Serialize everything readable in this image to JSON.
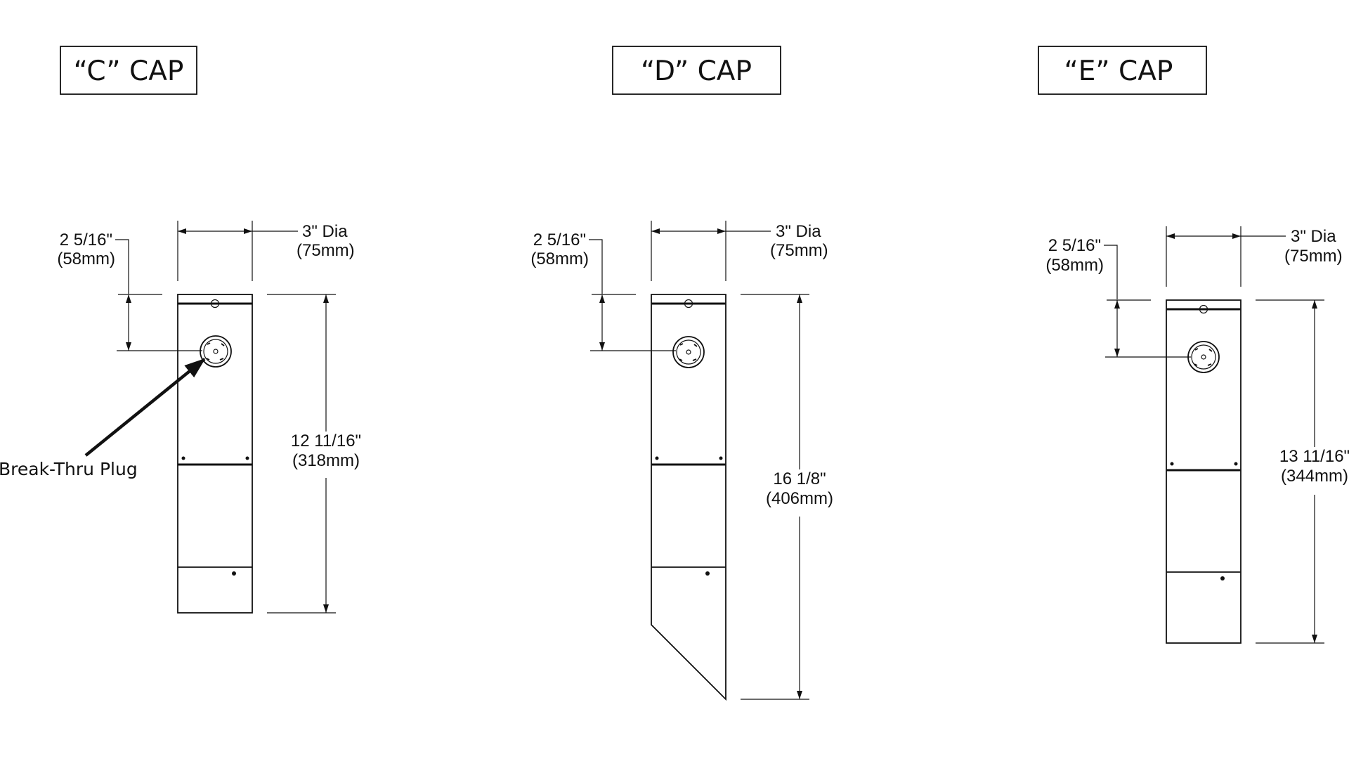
{
  "diagram": {
    "callout": "Break-Thru Plug",
    "caps": [
      {
        "title": "“C” CAP",
        "dia_in": "3\" Dia",
        "dia_mm": "(75mm)",
        "offset_in": "2 5/16\"",
        "offset_mm": "(58mm)",
        "height_in": "12 11/16\"",
        "height_mm": "(318mm)"
      },
      {
        "title": "“D” CAP",
        "dia_in": "3\" Dia",
        "dia_mm": "(75mm)",
        "offset_in": "2 5/16\"",
        "offset_mm": "(58mm)",
        "height_in": "16 1/8\"",
        "height_mm": "(406mm)"
      },
      {
        "title": "“E” CAP",
        "dia_in": "3\" Dia",
        "dia_mm": "(75mm)",
        "offset_in": "2 5/16\"",
        "offset_mm": "(58mm)",
        "height_in": "13 11/16\"",
        "height_mm": "(344mm)"
      }
    ]
  }
}
